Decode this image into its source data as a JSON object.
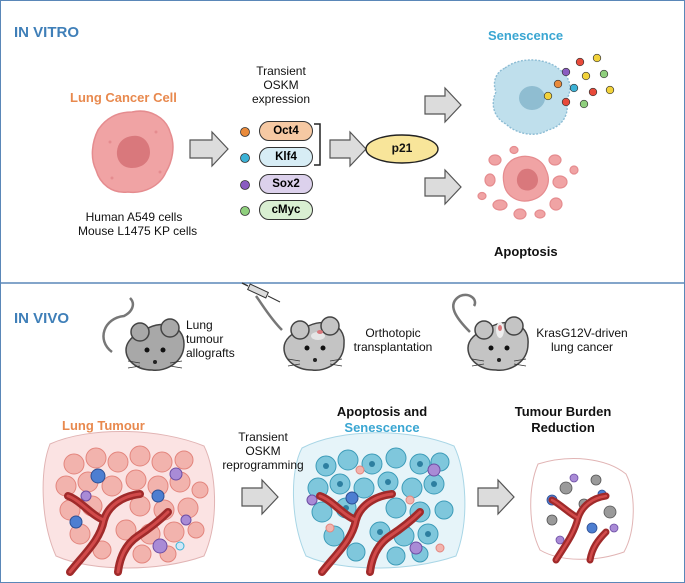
{
  "in_vitro": {
    "title": "IN VITRO",
    "cell_label": "Lung Cancer Cell",
    "cell_lines": [
      "Human A549 cells",
      "Mouse L1475 KP cells"
    ],
    "transient_label": [
      "Transient",
      "OSKM",
      "expression"
    ],
    "factors": [
      {
        "label": "Oct4",
        "color": "#f6c9a3",
        "dot": "#e98a3a"
      },
      {
        "label": "Klf4",
        "color": "#d7edf5",
        "dot": "#3cb2d6"
      },
      {
        "label": "Sox2",
        "color": "#dcd1ec",
        "dot": "#8a5cc0"
      },
      {
        "label": "cMyc",
        "color": "#d9efd2",
        "dot": "#8fcf7d"
      }
    ],
    "p21_label": "p21",
    "senescence_label": "Senescence",
    "apoptosis_label": "Apoptosis"
  },
  "in_vivo": {
    "title": "IN VIVO",
    "models": [
      {
        "lines": [
          "Lung",
          "tumour",
          "allografts"
        ]
      },
      {
        "lines": [
          "Orthotopic",
          "transplantation"
        ]
      },
      {
        "lines": [
          "KrasG12V-driven",
          "lung cancer"
        ]
      }
    ],
    "tumour_label": "Lung Tumour",
    "reprogramming_label": [
      "Transient",
      "OSKM",
      "reprogramming"
    ],
    "result_label_a": "Apoptosis and",
    "result_label_b": "Senescence",
    "reduction_label": [
      "Tumour Burden",
      "Reduction"
    ]
  },
  "colors": {
    "section_title": "#3f7fb8",
    "lung_cancer_orange": "#e8894e",
    "senescence_blue": "#3aa6d2",
    "cell_pink": "#f0a3a4",
    "divider": "#5a87b8",
    "p21_fill": "#f8e59a"
  }
}
